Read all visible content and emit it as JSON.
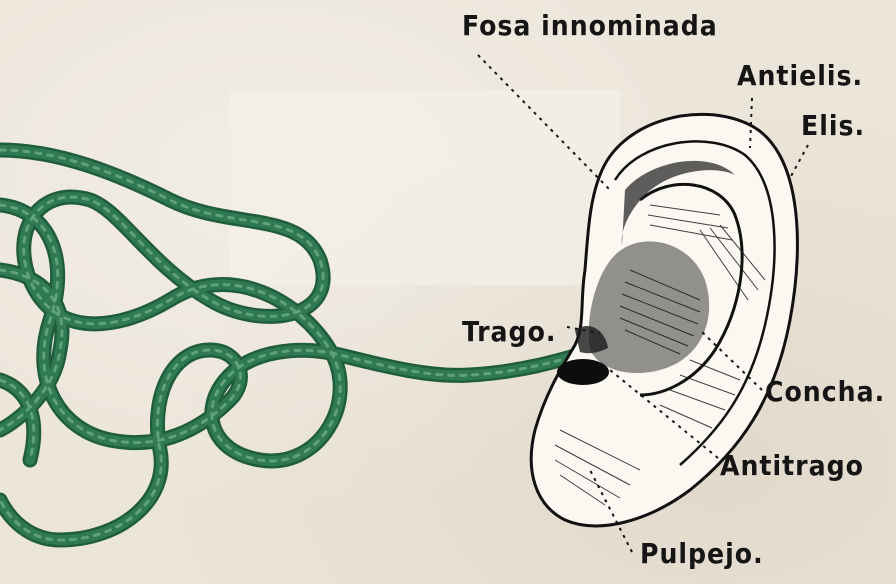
{
  "labels": {
    "fosa": "Fosa innominada",
    "antielis": "Antielis.",
    "elis": "Elis.",
    "trago": "Trago.",
    "concha": "Concha.",
    "antitrago": "Antitrago",
    "pulpejo": "Pulpejo."
  },
  "colors": {
    "cord": "#2f7a52",
    "ink": "#151515",
    "paper": "#ebe4d8"
  }
}
